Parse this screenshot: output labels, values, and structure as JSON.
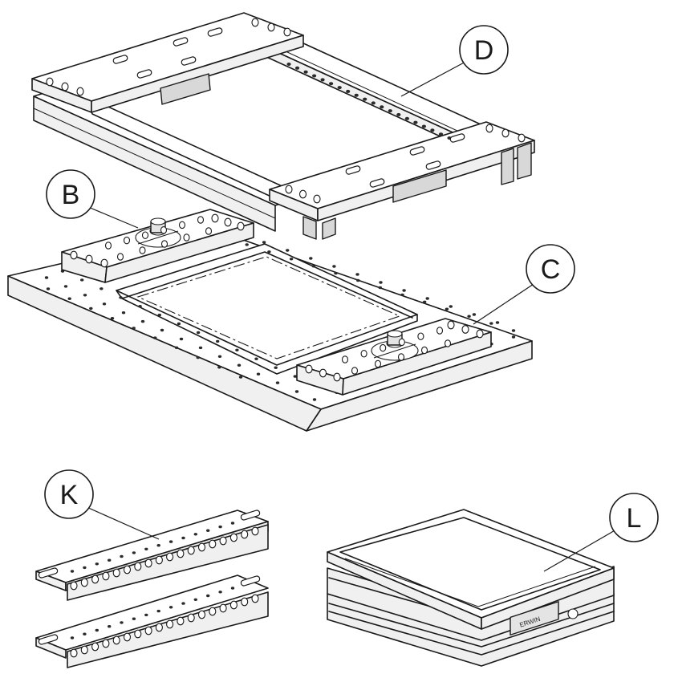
{
  "callouts": [
    {
      "id": "D",
      "label": "D"
    },
    {
      "id": "B",
      "label": "B"
    },
    {
      "id": "C",
      "label": "C"
    },
    {
      "id": "K",
      "label": "K"
    },
    {
      "id": "L",
      "label": "L"
    }
  ],
  "brand_mark": "ERWIN"
}
